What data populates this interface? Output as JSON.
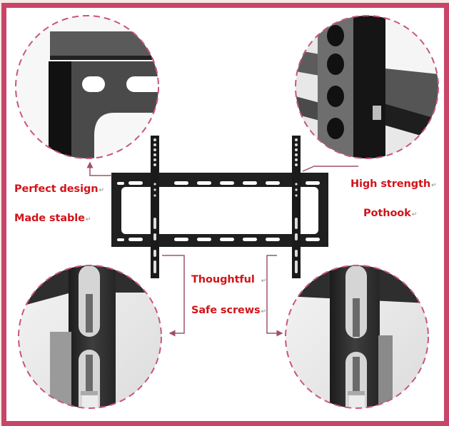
{
  "frame": {
    "border_color": "#c8456a",
    "background_color": "#f6ebe4"
  },
  "callouts": [
    {
      "id": "perfect-design",
      "text": "Perfect design",
      "mark": "↵"
    },
    {
      "id": "made-stable",
      "text": "Made stable",
      "mark": "↵"
    },
    {
      "id": "high-strength",
      "text": "High strength",
      "mark": "↵"
    },
    {
      "id": "pothook",
      "text": "Pothook",
      "mark": "↵"
    },
    {
      "id": "thoughtful",
      "text": "Thoughtful",
      "mark": "↵"
    },
    {
      "id": "safe-screws",
      "text": "Safe screws",
      "mark": "↵"
    }
  ],
  "detail_circles": [
    {
      "position": "top-left",
      "subject": "bracket corner with slotted holes"
    },
    {
      "position": "top-right",
      "subject": "vertical arm with round holes over crossbar"
    },
    {
      "position": "bottom-left",
      "subject": "arm slot with safety screw"
    },
    {
      "position": "bottom-right",
      "subject": "arm slot with safety screw"
    }
  ],
  "colors": {
    "text_accent": "#d2141a",
    "dash_circle": "#c8567a",
    "connector": "#a0506e",
    "metal": "#2a2a2a"
  }
}
